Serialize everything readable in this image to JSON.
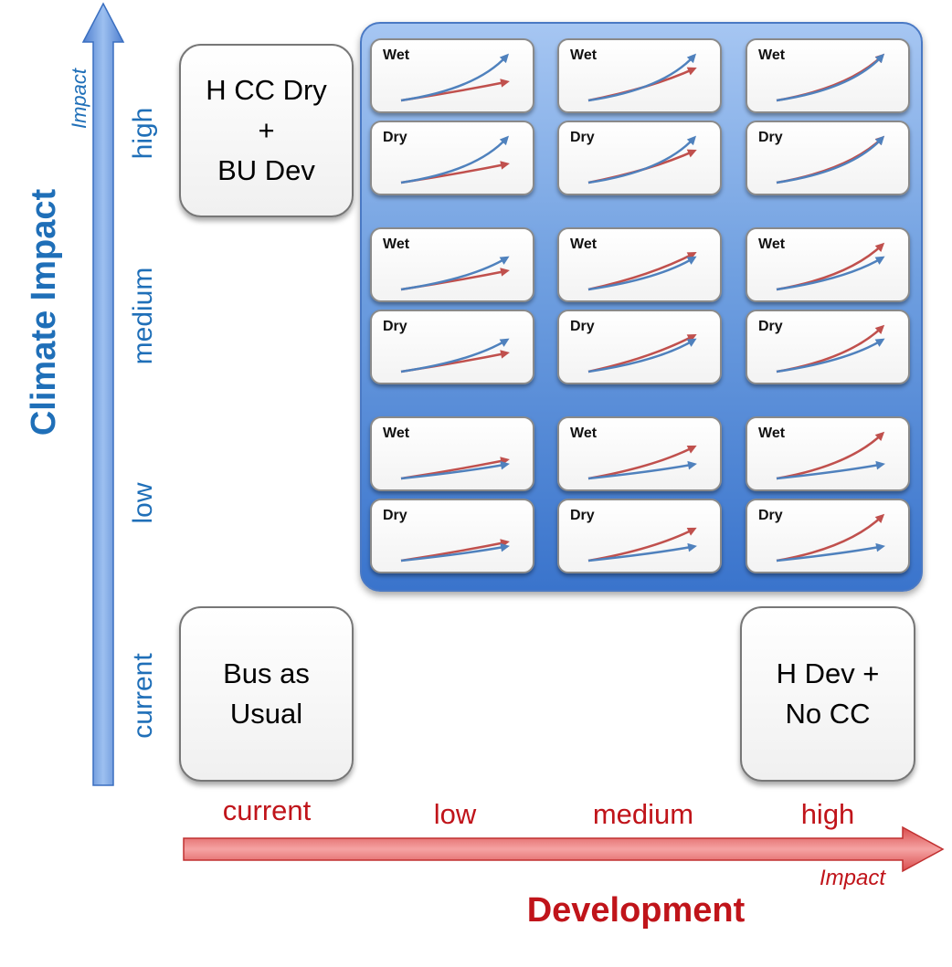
{
  "y_axis": {
    "title": "Climate Impact",
    "sub": "Impact",
    "levels": [
      "high",
      "medium",
      "low",
      "current"
    ]
  },
  "x_axis": {
    "title": "Development",
    "sub": "Impact",
    "levels": [
      "current",
      "low",
      "medium",
      "high"
    ]
  },
  "boxes": {
    "top_left": {
      "lines": [
        "H CC Dry",
        "+",
        "BU Dev"
      ]
    },
    "bottom_left": {
      "lines": [
        "Bus as",
        "Usual"
      ]
    },
    "bottom_right": {
      "lines": [
        "H Dev +",
        "No CC"
      ]
    }
  },
  "scenario_grid": {
    "rows": [
      {
        "climate": "high",
        "cards": [
          {
            "label": "Wet",
            "dev": "low",
            "blue": 0.9,
            "red": 0.3,
            "red_curve": 0.05
          },
          {
            "label": "Wet",
            "dev": "medium",
            "blue": 0.9,
            "red": 0.6,
            "red_curve": 0.3
          },
          {
            "label": "Wet",
            "dev": "high",
            "blue": 0.9,
            "red": 0.9,
            "red_curve": 0.6
          }
        ]
      },
      {
        "climate": "high",
        "cards": [
          {
            "label": "Dry",
            "dev": "low",
            "blue": 0.9,
            "red": 0.3,
            "red_curve": 0.05
          },
          {
            "label": "Dry",
            "dev": "medium",
            "blue": 0.9,
            "red": 0.6,
            "red_curve": 0.3
          },
          {
            "label": "Dry",
            "dev": "high",
            "blue": 0.9,
            "red": 0.9,
            "red_curve": 0.6
          }
        ]
      },
      {
        "climate": "medium",
        "cards": [
          {
            "label": "Wet",
            "dev": "low",
            "blue": 0.6,
            "red": 0.3,
            "red_curve": 0.05
          },
          {
            "label": "Wet",
            "dev": "medium",
            "blue": 0.6,
            "red": 0.7,
            "red_curve": 0.3
          },
          {
            "label": "Wet",
            "dev": "high",
            "blue": 0.6,
            "red": 0.9,
            "red_curve": 0.6
          }
        ]
      },
      {
        "climate": "medium",
        "cards": [
          {
            "label": "Dry",
            "dev": "low",
            "blue": 0.6,
            "red": 0.3,
            "red_curve": 0.05
          },
          {
            "label": "Dry",
            "dev": "medium",
            "blue": 0.6,
            "red": 0.7,
            "red_curve": 0.3
          },
          {
            "label": "Dry",
            "dev": "high",
            "blue": 0.6,
            "red": 0.9,
            "red_curve": 0.6
          }
        ]
      },
      {
        "climate": "low",
        "cards": [
          {
            "label": "Wet",
            "dev": "low",
            "blue": 0.2,
            "red": 0.3,
            "red_curve": 0.05
          },
          {
            "label": "Wet",
            "dev": "medium",
            "blue": 0.2,
            "red": 0.6,
            "red_curve": 0.4
          },
          {
            "label": "Wet",
            "dev": "high",
            "blue": 0.2,
            "red": 0.9,
            "red_curve": 0.6
          }
        ]
      },
      {
        "climate": "low",
        "cards": [
          {
            "label": "Dry",
            "dev": "low",
            "blue": 0.2,
            "red": 0.3,
            "red_curve": 0.05
          },
          {
            "label": "Dry",
            "dev": "medium",
            "blue": 0.2,
            "red": 0.6,
            "red_curve": 0.4
          },
          {
            "label": "Dry",
            "dev": "high",
            "blue": 0.2,
            "red": 0.9,
            "red_curve": 0.6
          }
        ]
      }
    ]
  },
  "colors": {
    "blue_line": "#4f81bd",
    "red_line": "#c0504d",
    "climate_text": "#1f6fb8",
    "development_text": "#c0141a"
  }
}
